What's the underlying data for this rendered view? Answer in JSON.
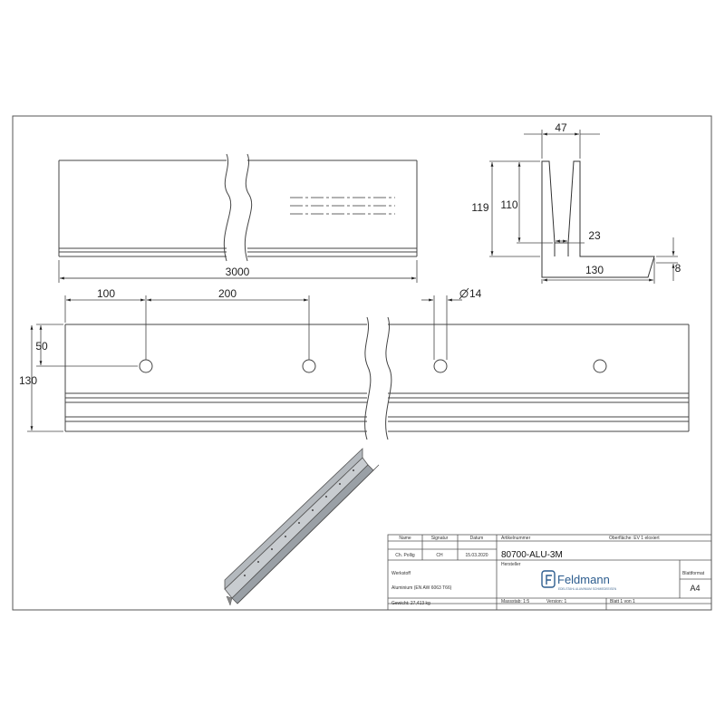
{
  "dimensions": {
    "front_length": "3000",
    "profile_width_top": "47",
    "profile_height_outer": "119",
    "profile_height_inner": "110",
    "profile_wall": "23",
    "profile_base_width": "130",
    "profile_base_thickness": "8",
    "hole_offset_first": "100",
    "hole_spacing": "200",
    "hole_diameter": "14",
    "hole_height": "50",
    "plate_height": "130"
  },
  "title_block": {
    "col_name": "Name",
    "col_signature": "Signatur",
    "col_date": "Datum",
    "name_value": "Ch. Pollig",
    "signature_value": "CH",
    "date_value": "15.03.2020",
    "label_article": "Artikelnummer",
    "article_number": "80700-ALU-3M",
    "label_surface": "Oberfläche:  EV 1 eloxiert",
    "label_manufacturer": "Hersteller",
    "label_material": "Werkstoff",
    "material_value": "Aluminium (EN AW 6063 T66)",
    "weight": "Gewicht: 27,413 kg",
    "scale": "Massstab: 1:5",
    "version": "Version: 1",
    "sheet": "Blatt 1 von 1",
    "label_format": "Blattformat",
    "format_value": "A4",
    "logo_text": "Feldmann",
    "logo_subtext": "EDELSTAHL ALUMINIUM SCHMIEDEEISEN"
  }
}
